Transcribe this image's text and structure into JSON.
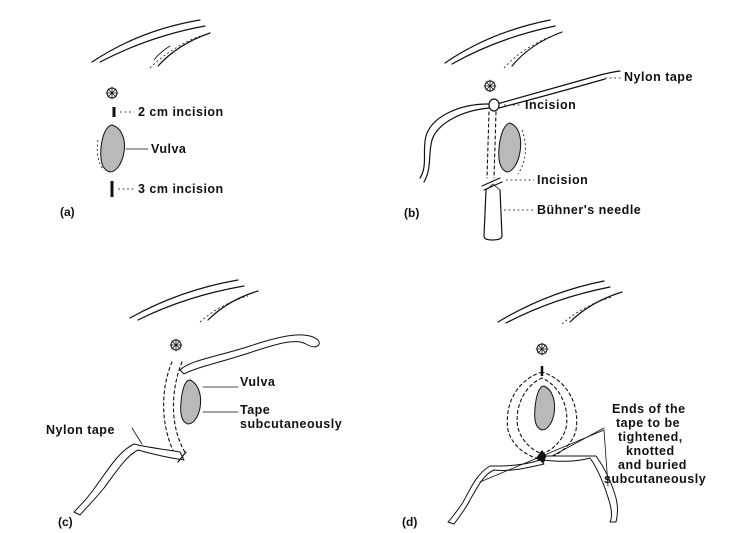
{
  "panels": {
    "a": {
      "letter": "(a)",
      "labels": [
        "2 cm incision",
        "Vulva",
        "3 cm incision"
      ]
    },
    "b": {
      "letter": "(b)",
      "labels": [
        "Nylon tape",
        "Incision",
        "Incision",
        "Bühner's needle"
      ]
    },
    "c": {
      "letter": "(c)",
      "labels": [
        "Vulva",
        "Tape",
        "subcutaneously",
        "Nylon tape"
      ]
    },
    "d": {
      "letter": "(d)",
      "labels": [
        "Ends of the",
        "tape to be",
        "tightened,",
        "knotted",
        "and buried",
        "subcutaneously"
      ]
    }
  },
  "colors": {
    "ink": "#111111",
    "vulva_fill": "#b9b9b9",
    "background": "#ffffff"
  }
}
